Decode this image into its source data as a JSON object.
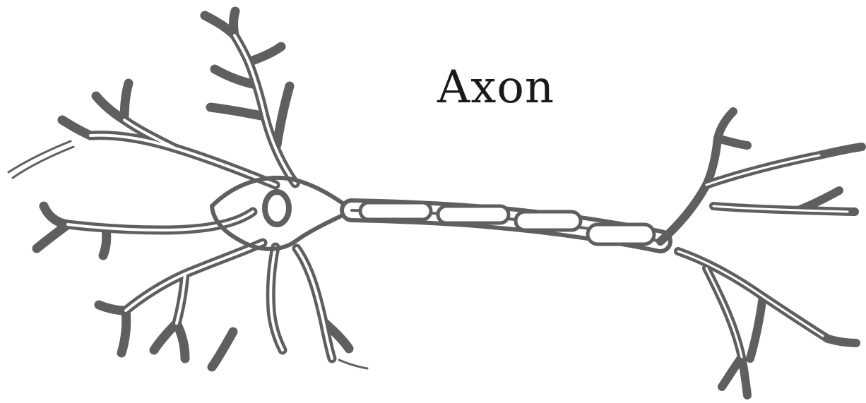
{
  "diagram": {
    "labels": {
      "axon": "Axon"
    },
    "colors": {
      "outline": "#5f5f5f",
      "background": "#ffffff",
      "label": "#1a1a1a"
    },
    "parts": [
      "dendrites",
      "cell-body",
      "nucleus",
      "axon",
      "myelin-sheath",
      "axon-terminals"
    ]
  }
}
